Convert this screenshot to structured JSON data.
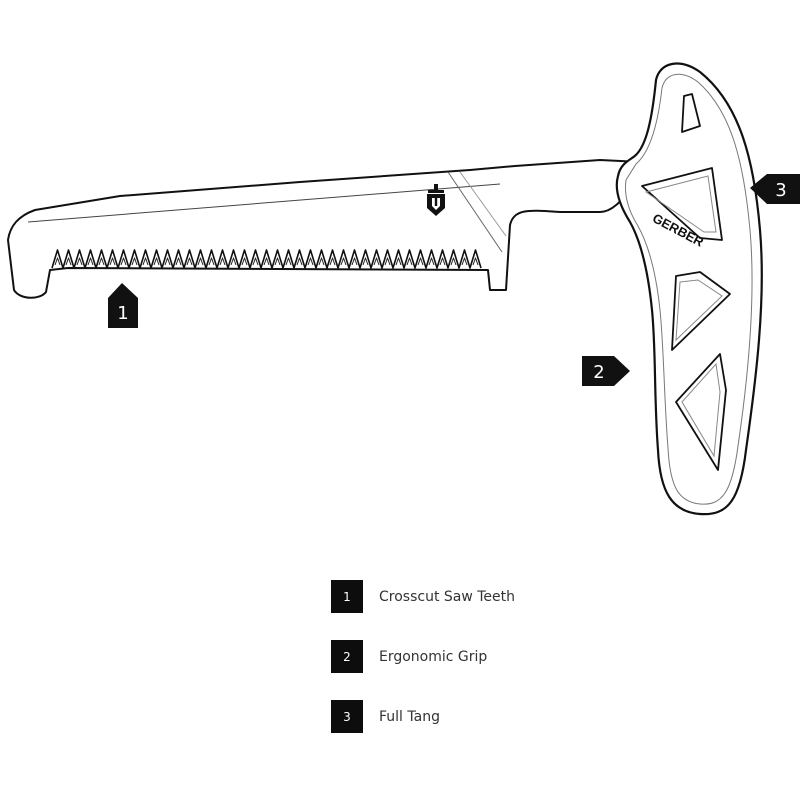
{
  "diagram": {
    "brand_text": "GERBER",
    "callouts": [
      {
        "number": "1"
      },
      {
        "number": "2"
      },
      {
        "number": "3"
      }
    ]
  },
  "legend": {
    "items": [
      {
        "number": "1",
        "label": "Crosscut Saw Teeth"
      },
      {
        "number": "2",
        "label": "Ergonomic Grip"
      },
      {
        "number": "3",
        "label": "Full Tang"
      }
    ]
  }
}
